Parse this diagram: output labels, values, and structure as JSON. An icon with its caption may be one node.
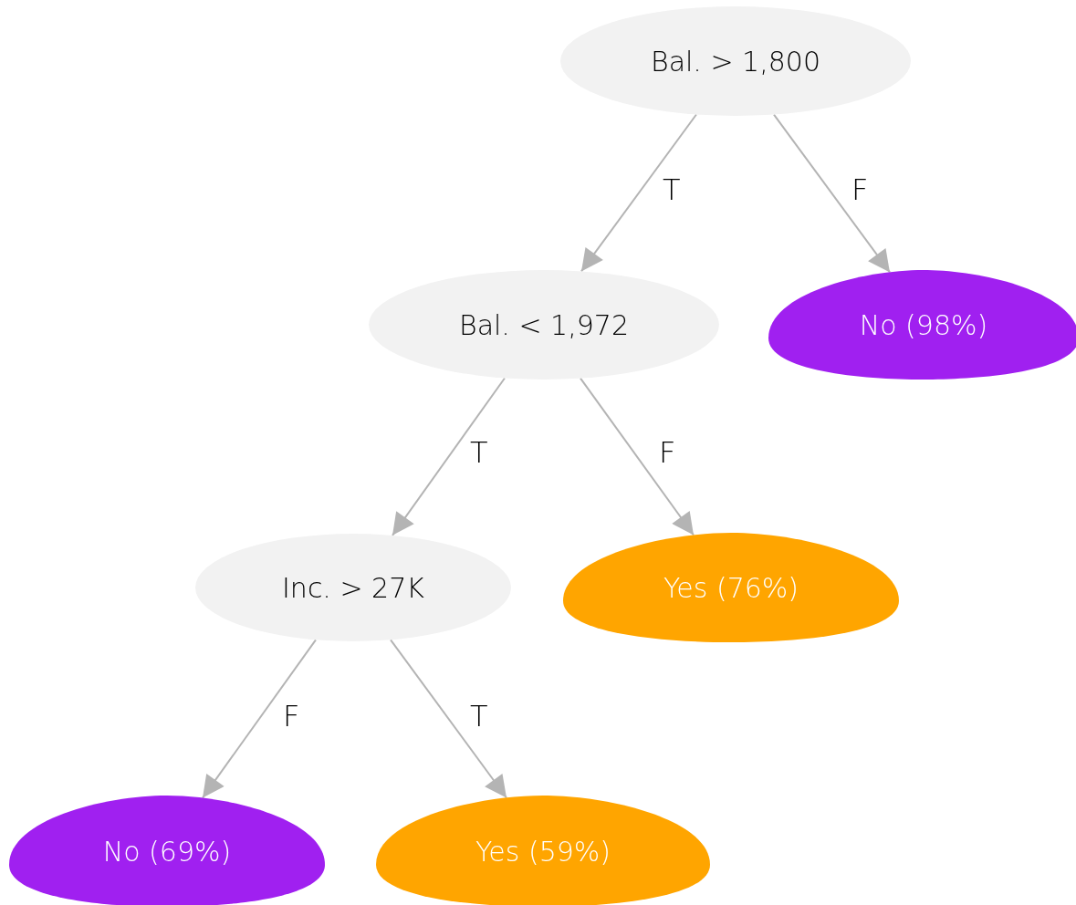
{
  "diagram": {
    "nodes": [
      {
        "text": [
          "Bal. > 1,800"
        ]
      },
      {
        "text": [
          "Bal. < 1,972"
        ]
      },
      {
        "text": [
          "No (98%)"
        ]
      },
      {
        "text": [
          "Inc. > 27K"
        ]
      },
      {
        "text": [
          "Yes (76%)"
        ]
      },
      {
        "text": [
          "No (69%)"
        ]
      },
      {
        "text": [
          "Yes (59%)"
        ]
      }
    ],
    "edges": [
      {
        "from": 0,
        "to": 1,
        "arrow": "to",
        "label": "T"
      },
      {
        "from": 0,
        "to": 2,
        "arrow": "to",
        "label": "F"
      },
      {
        "from": 1,
        "to": 3,
        "arrow": "to",
        "label": "T"
      },
      {
        "from": 1,
        "to": 4,
        "arrow": "to",
        "label": "F"
      },
      {
        "from": 3,
        "to": 5,
        "arrow": "to",
        "label": "F"
      },
      {
        "from": 3,
        "to": 6,
        "arrow": "to",
        "label": "T"
      }
    ]
  }
}
